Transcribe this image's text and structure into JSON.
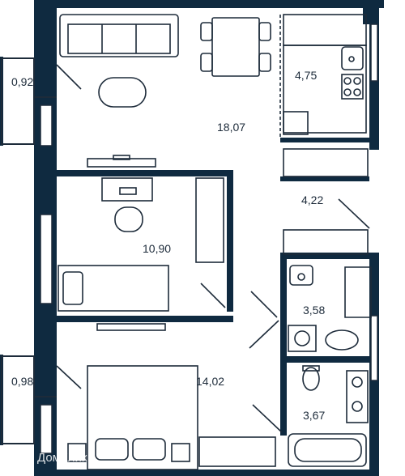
{
  "plan": {
    "rooms": [
      {
        "id": "balcony-top",
        "area": "0,92"
      },
      {
        "id": "living-room",
        "area": "18,07"
      },
      {
        "id": "kitchen",
        "area": "4,75"
      },
      {
        "id": "hallway",
        "area": "4,22"
      },
      {
        "id": "bedroom-small",
        "area": "10,90"
      },
      {
        "id": "bathroom",
        "area": "3,58"
      },
      {
        "id": "balcony-bottom",
        "area": "0,98"
      },
      {
        "id": "bedroom-large",
        "area": "14,02"
      },
      {
        "id": "toilet",
        "area": "3,67"
      }
    ],
    "colors": {
      "wall": "#0f2a40",
      "line": "#1d2b3a",
      "background": "#ffffff"
    }
  },
  "watermark": {
    "text": "ДомКлик"
  }
}
